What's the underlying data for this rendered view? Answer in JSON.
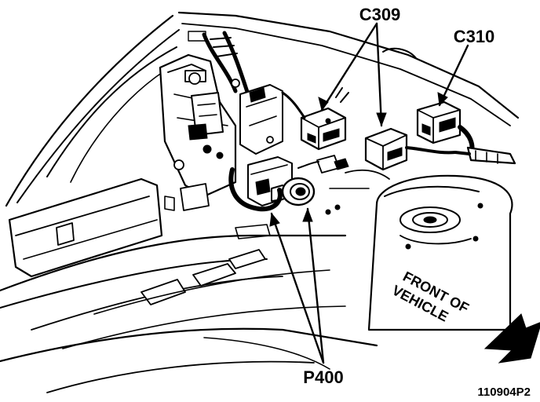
{
  "diagram": {
    "callouts": {
      "c309": "C309",
      "c310": "C310",
      "p400": "P400"
    },
    "orientation": {
      "line1": "FRONT OF",
      "line2": "VEHICLE"
    },
    "figure_id": "110904P2"
  },
  "colors": {
    "ink": "#000000",
    "paper": "#ffffff"
  },
  "icons": {
    "direction": "arrow-icon"
  }
}
